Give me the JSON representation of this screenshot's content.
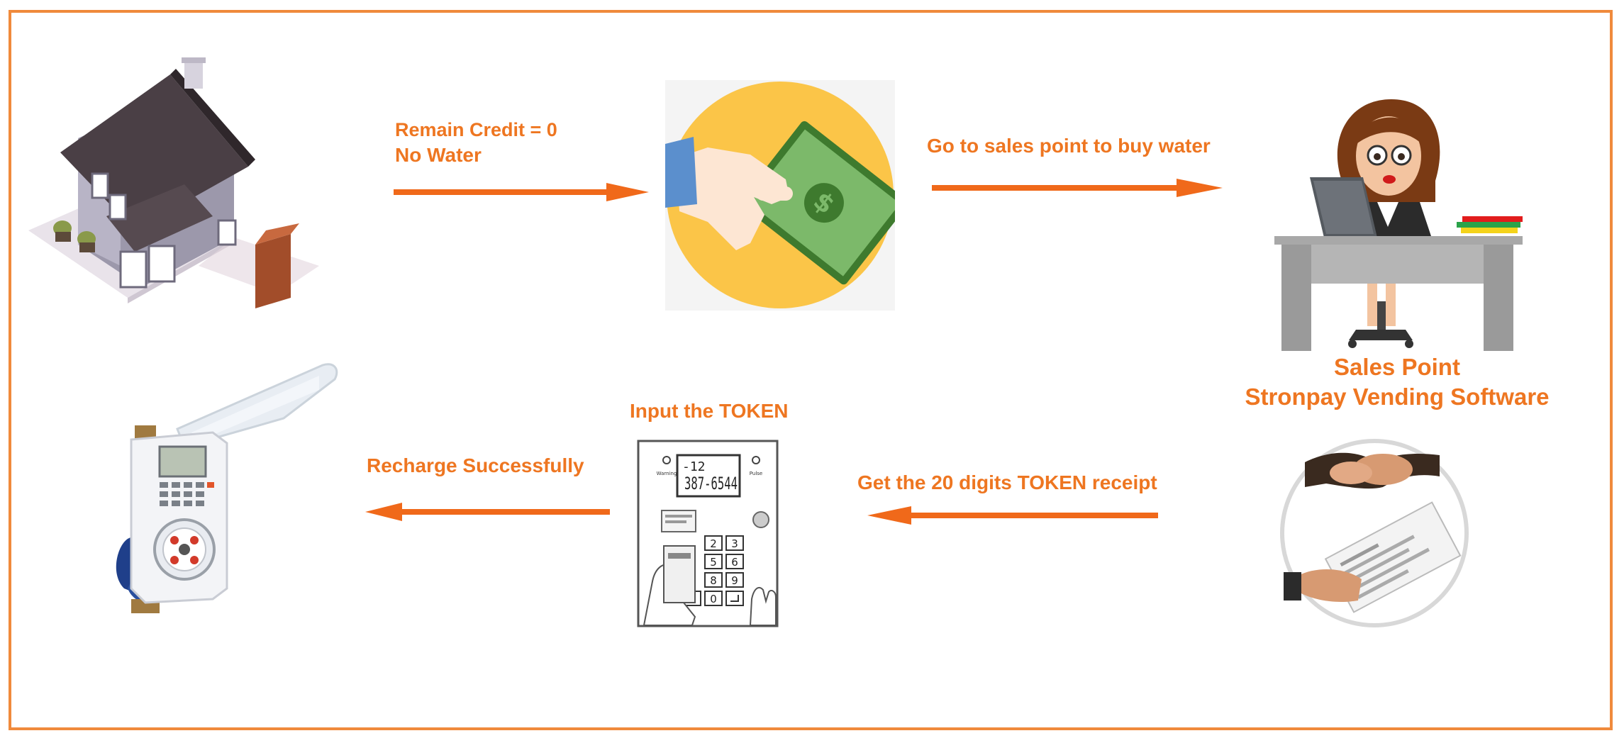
{
  "labels": {
    "remain_credit": "Remain Credit = 0",
    "no_water": "No Water",
    "go_to_sales_point": "Go to sales point to buy water",
    "sales_point": "Sales Point",
    "vending_software": "Stronpay Vending Software",
    "input_token": "Input the TOKEN",
    "recharge_successfully": "Recharge Successfully",
    "get_token_receipt": "Get the 20 digits TOKEN receipt"
  },
  "keypad": {
    "display_top": "-12",
    "display_main": "387-6544",
    "warning_label": "Warning",
    "pulse_label": "Pulse",
    "keys": [
      "2",
      "3",
      "5",
      "6",
      "8",
      "9",
      "0"
    ]
  },
  "colors": {
    "accent": "#ee7621",
    "frame": "#f08a3c",
    "arrow": "#f0691a"
  }
}
